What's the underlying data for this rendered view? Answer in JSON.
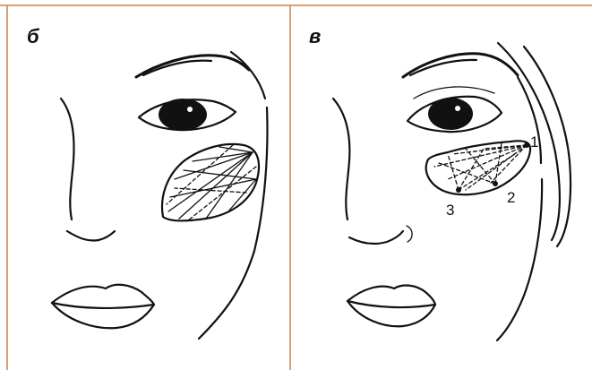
{
  "panels": [
    {
      "label": "б"
    },
    {
      "label": "в",
      "points": [
        "1",
        "2",
        "3"
      ]
    }
  ],
  "colors": {
    "frame": "#c8834f",
    "ink": "#111111",
    "background": "#ffffff"
  }
}
